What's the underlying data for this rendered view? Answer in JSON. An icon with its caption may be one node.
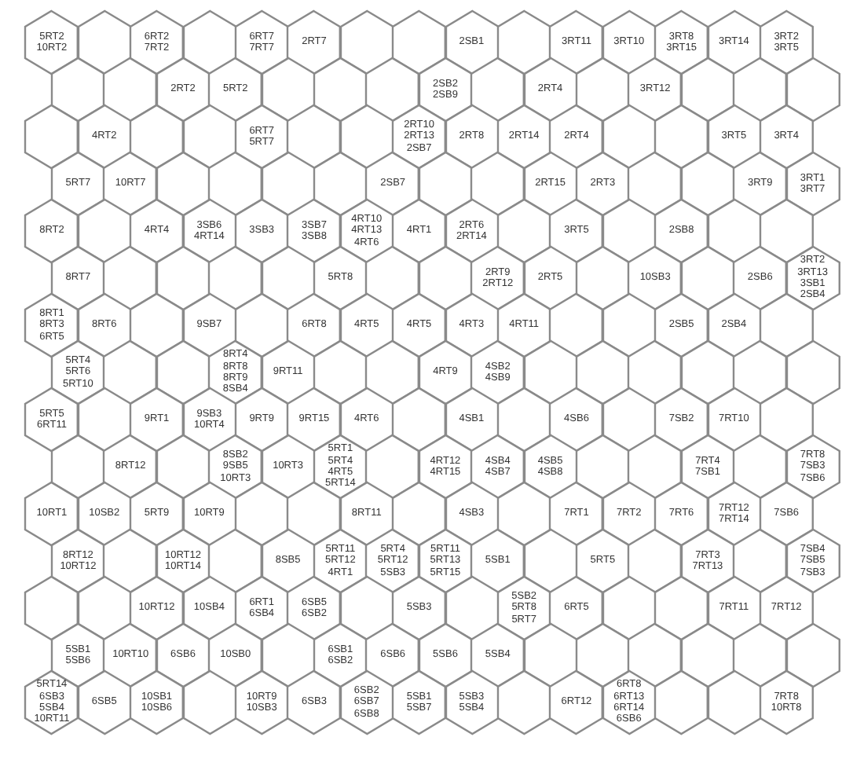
{
  "diagram": {
    "nodes": [
      {
        "text": [
          "5RT2",
          "10RT2"
        ]
      },
      {
        "text": [],
        "shape": "hexagon"
      },
      {
        "text": [
          "6RT2",
          "7RT2"
        ]
      },
      {
        "text": [],
        "shape": "hexagon"
      },
      {
        "text": [
          "6RT7",
          "7RT7"
        ]
      },
      {
        "text": [
          "2RT7"
        ]
      },
      {
        "text": [],
        "shape": "hexagon"
      },
      {
        "text": [],
        "shape": "hexagon"
      },
      {
        "text": [
          "2SB1"
        ]
      },
      {
        "text": [],
        "shape": "hexagon"
      },
      {
        "text": [
          "3RT11"
        ]
      },
      {
        "text": [
          "3RT10"
        ]
      },
      {
        "text": [
          "3RT8",
          "3RT15"
        ]
      },
      {
        "text": [
          "3RT14"
        ]
      },
      {
        "text": [
          "3RT2",
          "3RT5"
        ]
      },
      {
        "text": [],
        "shape": "hexagon"
      },
      {
        "text": [],
        "shape": "hexagon"
      },
      {
        "text": [
          "2RT2"
        ]
      },
      {
        "text": [
          "5RT2"
        ]
      },
      {
        "text": [],
        "shape": "hexagon"
      },
      {
        "text": [],
        "shape": "hexagon"
      },
      {
        "text": [],
        "shape": "hexagon"
      },
      {
        "text": [
          "2SB2",
          "2SB9"
        ]
      },
      {
        "text": [],
        "shape": "hexagon"
      },
      {
        "text": [
          "2RT4"
        ]
      },
      {
        "text": [],
        "shape": "hexagon"
      },
      {
        "text": [
          "3RT12"
        ]
      },
      {
        "text": [],
        "shape": "hexagon"
      },
      {
        "text": [],
        "shape": "hexagon"
      },
      {
        "text": [],
        "shape": "hexagon"
      },
      {
        "text": [],
        "shape": "hexagon"
      },
      {
        "text": [
          "4RT2"
        ]
      },
      {
        "text": [],
        "shape": "hexagon"
      },
      {
        "text": [],
        "shape": "hexagon"
      },
      {
        "text": [
          "6RT7",
          "5RT7"
        ]
      },
      {
        "text": [],
        "shape": "hexagon"
      },
      {
        "text": [],
        "shape": "hexagon"
      },
      {
        "text": [
          "2RT10",
          "2RT13",
          "2SB7"
        ]
      },
      {
        "text": [
          "2RT8"
        ]
      },
      {
        "text": [
          "2RT14"
        ]
      },
      {
        "text": [
          "2RT4"
        ]
      },
      {
        "text": [],
        "shape": "hexagon"
      },
      {
        "text": [],
        "shape": "hexagon"
      },
      {
        "text": [
          "3RT5"
        ]
      },
      {
        "text": [
          "3RT4"
        ]
      },
      {
        "text": [
          "5RT7"
        ]
      },
      {
        "text": [
          "10RT7"
        ]
      },
      {
        "text": [],
        "shape": "hexagon"
      },
      {
        "text": [],
        "shape": "hexagon"
      },
      {
        "text": [],
        "shape": "hexagon"
      },
      {
        "text": [],
        "shape": "hexagon"
      },
      {
        "text": [
          "2SB7"
        ]
      },
      {
        "text": [],
        "shape": "hexagon"
      },
      {
        "text": [],
        "shape": "hexagon"
      },
      {
        "text": [
          "2RT15"
        ]
      },
      {
        "text": [
          "2RT3"
        ]
      },
      {
        "text": [],
        "shape": "hexagon"
      },
      {
        "text": [],
        "shape": "hexagon"
      },
      {
        "text": [
          "3RT9"
        ]
      },
      {
        "text": [
          "3RT1",
          "3RT7"
        ]
      },
      {
        "text": [
          "8RT2"
        ]
      },
      {
        "text": [],
        "shape": "hexagon"
      },
      {
        "text": [
          "4RT4"
        ]
      },
      {
        "text": [
          "3SB6",
          "4RT14"
        ]
      },
      {
        "text": [
          "3SB3"
        ]
      },
      {
        "text": [
          "3SB7",
          "3SB8"
        ]
      },
      {
        "text": [
          "4RT10",
          "4RT13",
          "4RT6"
        ]
      },
      {
        "text": [
          "4RT1"
        ]
      },
      {
        "text": [
          "2RT6",
          "2RT14"
        ]
      },
      {
        "text": [],
        "shape": "hexagon"
      },
      {
        "text": [
          "3RT5"
        ]
      },
      {
        "text": [],
        "shape": "hexagon"
      },
      {
        "text": [
          "2SB8"
        ]
      },
      {
        "text": [],
        "shape": "hexagon"
      },
      {
        "text": [],
        "shape": "hexagon"
      },
      {
        "text": [
          "8RT7"
        ]
      },
      {
        "text": [],
        "shape": "hexagon"
      },
      {
        "text": [],
        "shape": "hexagon"
      },
      {
        "text": [],
        "shape": "hexagon"
      },
      {
        "text": [],
        "shape": "hexagon"
      },
      {
        "text": [
          "5RT8"
        ]
      },
      {
        "text": [],
        "shape": "hexagon"
      },
      {
        "text": [],
        "shape": "hexagon"
      },
      {
        "text": [
          "2RT9",
          "2RT12"
        ]
      },
      {
        "text": [
          "2RT5"
        ]
      },
      {
        "text": [],
        "shape": "hexagon"
      },
      {
        "text": [
          "10SB3"
        ]
      },
      {
        "text": [],
        "shape": "hexagon"
      },
      {
        "text": [
          "2SB6"
        ]
      },
      {
        "text": [
          "3RT2",
          "3RT13",
          "3SB1",
          "2SB4"
        ]
      },
      {
        "text": [
          "8RT1",
          "8RT3",
          "6RT5"
        ]
      },
      {
        "text": [
          "8RT6"
        ]
      },
      {
        "text": [],
        "shape": "hexagon"
      },
      {
        "text": [
          "9SB7"
        ]
      },
      {
        "text": [],
        "shape": "hexagon"
      },
      {
        "text": [
          "6RT8"
        ]
      },
      {
        "text": [
          "4RT5"
        ]
      },
      {
        "text": [
          "4RT5"
        ]
      },
      {
        "text": [
          "4RT3"
        ]
      },
      {
        "text": [
          "4RT11"
        ]
      },
      {
        "text": [],
        "shape": "hexagon"
      },
      {
        "text": [],
        "shape": "hexagon"
      },
      {
        "text": [
          "2SB5"
        ]
      },
      {
        "text": [
          "2SB4"
        ]
      },
      {
        "text": [],
        "shape": "hexagon"
      },
      {
        "text": [
          "5RT4",
          "5RT6",
          "5RT10"
        ]
      },
      {
        "text": [],
        "shape": "hexagon"
      },
      {
        "text": [],
        "shape": "hexagon"
      },
      {
        "text": [
          "8RT4",
          "8RT8",
          "8RT9",
          "8SB4"
        ]
      },
      {
        "text": [
          "9RT11"
        ]
      },
      {
        "text": [],
        "shape": "hexagon"
      },
      {
        "text": [],
        "shape": "hexagon"
      },
      {
        "text": [
          "4RT9"
        ]
      },
      {
        "text": [
          "4SB2",
          "4SB9"
        ]
      },
      {
        "text": [],
        "shape": "hexagon"
      },
      {
        "text": [],
        "shape": "hexagon"
      },
      {
        "text": [],
        "shape": "hexagon"
      },
      {
        "text": [],
        "shape": "hexagon"
      },
      {
        "text": [],
        "shape": "hexagon"
      },
      {
        "text": [],
        "shape": "hexagon"
      },
      {
        "text": [
          "5RT5",
          "6RT11"
        ]
      },
      {
        "text": [],
        "shape": "hexagon"
      },
      {
        "text": [
          "9RT1"
        ]
      },
      {
        "text": [
          "9SB3",
          "10RT4"
        ]
      },
      {
        "text": [
          "9RT9"
        ]
      },
      {
        "text": [
          "9RT15"
        ]
      },
      {
        "text": [
          "4RT6"
        ]
      },
      {
        "text": [],
        "shape": "hexagon"
      },
      {
        "text": [
          "4SB1"
        ]
      },
      {
        "text": [],
        "shape": "hexagon"
      },
      {
        "text": [
          "4SB6"
        ]
      },
      {
        "text": [],
        "shape": "hexagon"
      },
      {
        "text": [
          "7SB2"
        ]
      },
      {
        "text": [
          "7RT10"
        ]
      },
      {
        "text": [],
        "shape": "hexagon"
      },
      {
        "text": [],
        "shape": "hexagon"
      },
      {
        "text": [
          "8RT12"
        ]
      },
      {
        "text": [],
        "shape": "hexagon"
      },
      {
        "text": [
          "8SB2",
          "9SB5",
          "10RT3"
        ]
      },
      {
        "text": [
          "10RT3"
        ]
      },
      {
        "text": [
          "5RT1",
          "5RT4",
          "4RT5",
          "5RT14"
        ]
      },
      {
        "text": [],
        "shape": "hexagon"
      },
      {
        "text": [
          "4RT12",
          "4RT15"
        ]
      },
      {
        "text": [
          "4SB4",
          "4SB7"
        ]
      },
      {
        "text": [
          "4SB5",
          "4SB8"
        ]
      },
      {
        "text": [],
        "shape": "hexagon"
      },
      {
        "text": [],
        "shape": "hexagon"
      },
      {
        "text": [
          "7RT4",
          "7SB1"
        ]
      },
      {
        "text": [],
        "shape": "hexagon"
      },
      {
        "text": [
          "7RT8",
          "7SB3",
          "7SB6"
        ]
      },
      {
        "text": [
          "10RT1"
        ]
      },
      {
        "text": [
          "10SB2"
        ]
      },
      {
        "text": [
          "5RT9"
        ]
      },
      {
        "text": [
          "10RT9"
        ]
      },
      {
        "text": [],
        "shape": "hexagon"
      },
      {
        "text": [],
        "shape": "hexagon"
      },
      {
        "text": [
          "8RT11"
        ]
      },
      {
        "text": [],
        "shape": "hexagon"
      },
      {
        "text": [
          "4SB3"
        ]
      },
      {
        "text": [],
        "shape": "hexagon"
      },
      {
        "text": [
          "7RT1"
        ]
      },
      {
        "text": [
          "7RT2"
        ]
      },
      {
        "text": [
          "7RT6"
        ]
      },
      {
        "text": [
          "7RT12",
          "7RT14"
        ]
      },
      {
        "text": [
          "7SB6"
        ]
      },
      {
        "text": [
          "8RT12",
          "10RT12"
        ]
      },
      {
        "text": [],
        "shape": "hexagon"
      },
      {
        "text": [
          "10RT12",
          "10RT14"
        ]
      },
      {
        "text": [],
        "shape": "hexagon"
      },
      {
        "text": [
          "8SB5"
        ]
      },
      {
        "text": [
          "5RT11",
          "5RT12",
          "4RT1"
        ]
      },
      {
        "text": [
          "5RT4",
          "5RT12",
          "5SB3"
        ]
      },
      {
        "text": [
          "5RT11",
          "5RT13",
          "5RT15"
        ]
      },
      {
        "text": [
          "5SB1"
        ]
      },
      {
        "text": [],
        "shape": "hexagon"
      },
      {
        "text": [
          "5RT5"
        ]
      },
      {
        "text": [],
        "shape": "hexagon"
      },
      {
        "text": [
          "7RT3",
          "7RT13"
        ]
      },
      {
        "text": [],
        "shape": "hexagon"
      },
      {
        "text": [
          "7SB4",
          "7SB5",
          "7SB3"
        ]
      },
      {
        "text": [],
        "shape": "hexagon"
      },
      {
        "text": [],
        "shape": "hexagon"
      },
      {
        "text": [
          "10RT12"
        ]
      },
      {
        "text": [
          "10SB4"
        ]
      },
      {
        "text": [
          "6RT1",
          "6SB4"
        ]
      },
      {
        "text": [
          "6SB5",
          "6SB2"
        ]
      },
      {
        "text": [],
        "shape": "hexagon"
      },
      {
        "text": [
          "5SB3"
        ]
      },
      {
        "text": [],
        "shape": "hexagon"
      },
      {
        "text": [
          "5SB2",
          "5RT8",
          "5RT7"
        ]
      },
      {
        "text": [
          "6RT5"
        ]
      },
      {
        "text": [],
        "shape": "hexagon"
      },
      {
        "text": [],
        "shape": "hexagon"
      },
      {
        "text": [
          "7RT11"
        ]
      },
      {
        "text": [
          "7RT12"
        ]
      },
      {
        "text": [
          "5SB1",
          "5SB6"
        ]
      },
      {
        "text": [
          "10RT10"
        ]
      },
      {
        "text": [
          "6SB6"
        ]
      },
      {
        "text": [
          "10SB0"
        ]
      },
      {
        "text": [],
        "shape": "hexagon"
      },
      {
        "text": [
          "6SB1",
          "6SB2"
        ]
      },
      {
        "text": [
          "6SB6"
        ]
      },
      {
        "text": [
          "5SB6"
        ]
      },
      {
        "text": [
          "5SB4"
        ]
      },
      {
        "text": [],
        "shape": "hexagon"
      },
      {
        "text": [],
        "shape": "hexagon"
      },
      {
        "text": [],
        "shape": "hexagon"
      },
      {
        "text": [],
        "shape": "hexagon"
      },
      {
        "text": [],
        "shape": "hexagon"
      },
      {
        "text": [],
        "shape": "hexagon"
      },
      {
        "text": [
          "5RT14",
          "6SB3",
          "5SB4",
          "10RT11"
        ]
      },
      {
        "text": [
          "6SB5"
        ]
      },
      {
        "text": [
          "10SB1",
          "10SB6"
        ]
      },
      {
        "text": [],
        "shape": "hexagon"
      },
      {
        "text": [
          "10RT9",
          "10SB3"
        ]
      },
      {
        "text": [
          "6SB3"
        ]
      },
      {
        "text": [
          "6SB2",
          "6SB7",
          "6SB8"
        ]
      },
      {
        "text": [
          "5SB1",
          "5SB7"
        ]
      },
      {
        "text": [
          "5SB3",
          "5SB4"
        ]
      },
      {
        "text": [],
        "shape": "hexagon"
      },
      {
        "text": [
          "6RT12"
        ]
      },
      {
        "text": [
          "6RT8",
          "6RT13",
          "6RT14",
          "6SB6"
        ]
      },
      {
        "text": [],
        "shape": "hexagon"
      },
      {
        "text": [],
        "shape": "hexagon"
      },
      {
        "text": [
          "7RT8",
          "10RT8"
        ]
      }
    ]
  }
}
